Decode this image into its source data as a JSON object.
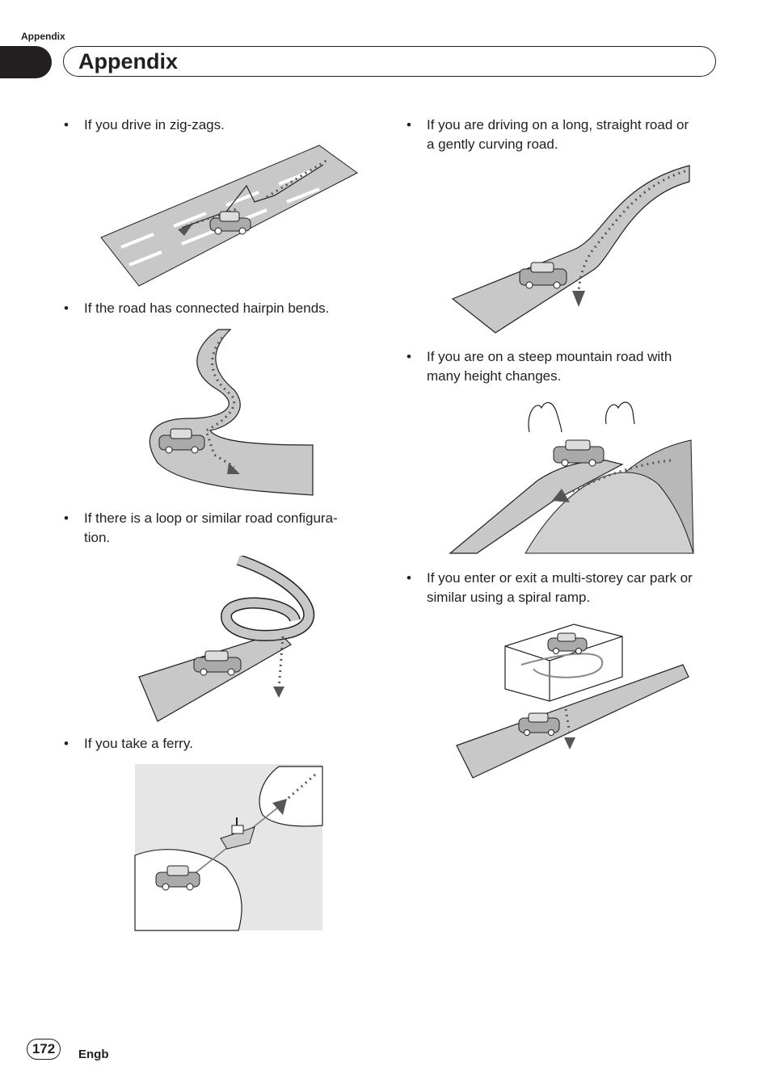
{
  "header": {
    "running_head": "Appendix",
    "title": "Appendix"
  },
  "items": [
    {
      "bullet": "•",
      "text": "If you drive in zig-zags."
    },
    {
      "bullet": "•",
      "text": "If the road has connected hairpin bends."
    },
    {
      "bullet": "•",
      "text": "If there is a loop or similar road configura-\ntion."
    },
    {
      "bullet": "•",
      "text": "If you take a ferry."
    },
    {
      "bullet": "•",
      "text": "If you are driving on a long, straight road or\na gently curving road."
    },
    {
      "bullet": "•",
      "text": "If you are on a steep mountain road with\nmany height changes."
    },
    {
      "bullet": "•",
      "text": "If you enter or exit a multi-storey car park or\nsimilar using a spiral ramp."
    }
  ],
  "footer": {
    "page_number": "172",
    "language": "Engb"
  },
  "colors": {
    "road": "#c8c8c8",
    "ink": "#231f20",
    "route_dots": "#555555"
  }
}
